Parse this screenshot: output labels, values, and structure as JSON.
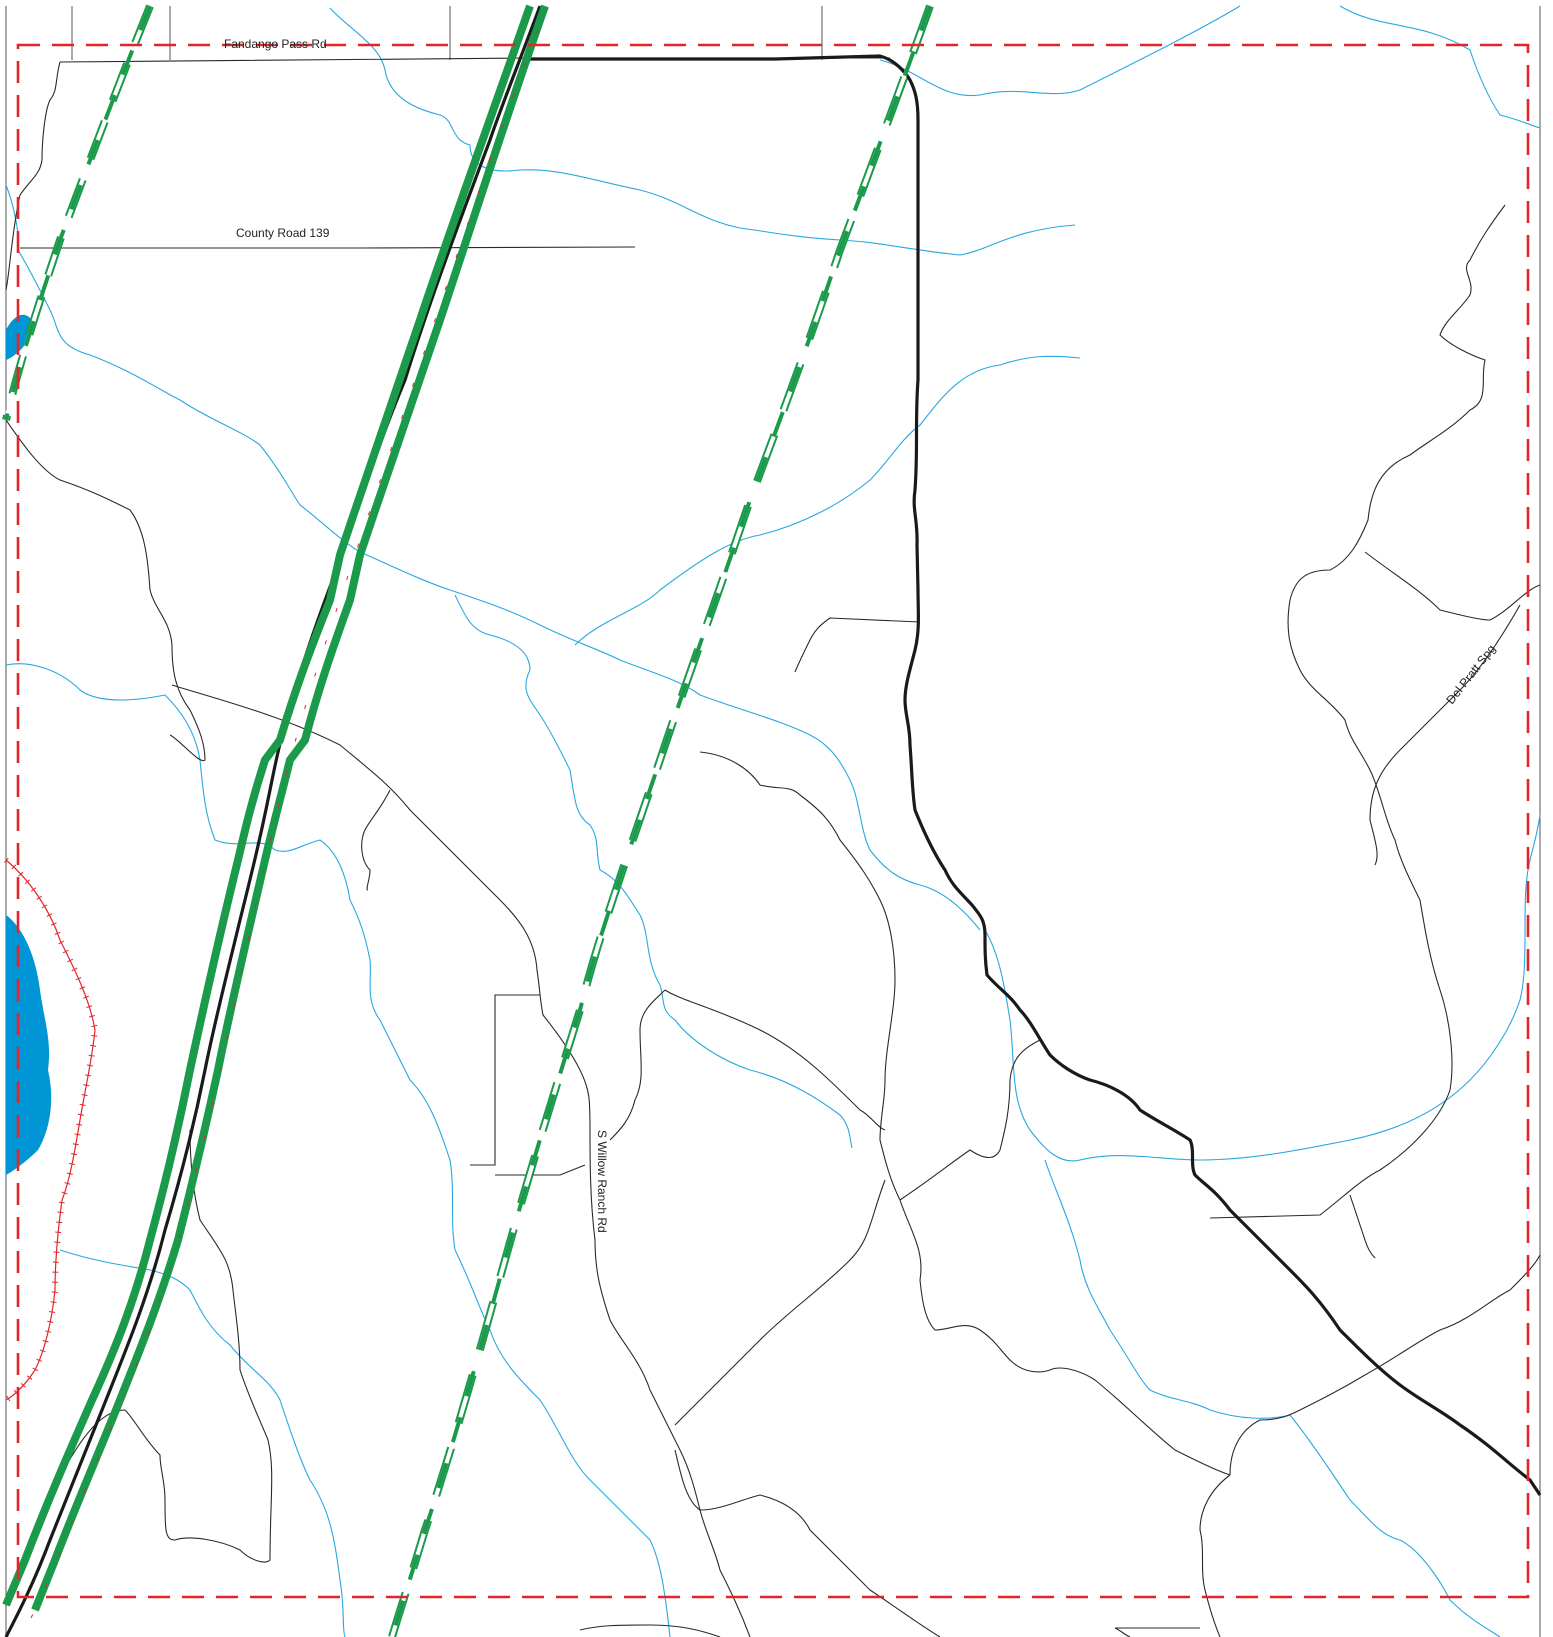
{
  "map": {
    "labels": {
      "fandango": "Fandango Pass Rd",
      "county_road": "County Road 139",
      "willow_ranch": "S Willow Ranch Rd",
      "del_pratt": "Del Pratt Spg"
    },
    "colors": {
      "boundary": "#e0262b",
      "stream": "#29a8e0",
      "water": "#0096d6",
      "trail": "#1a9a4a",
      "road": "#1a1a1a"
    },
    "legend_features": [
      "study-area-boundary",
      "streams",
      "water-body",
      "highway",
      "railroad",
      "green-corridors"
    ]
  }
}
